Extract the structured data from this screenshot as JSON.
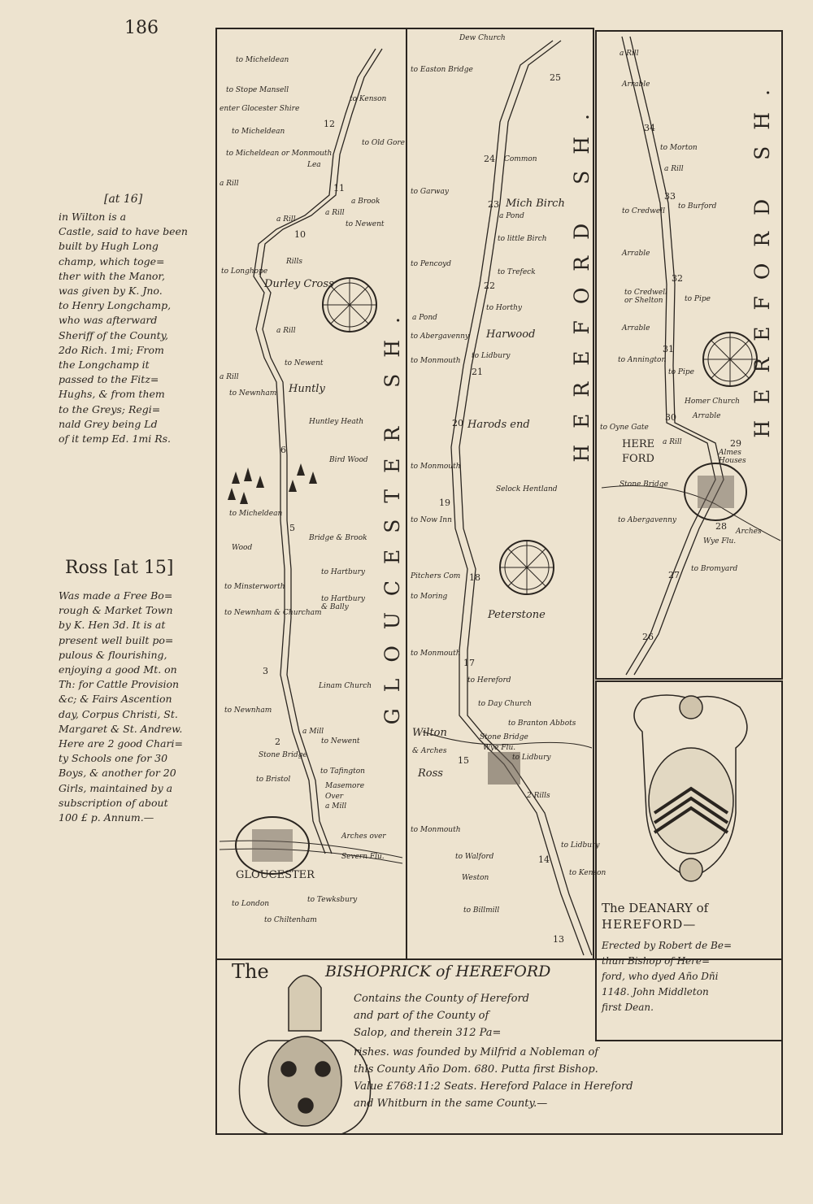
{
  "page_number": "186",
  "notes": {
    "wilton": {
      "heading": "[at 16]",
      "text": "in Wilton is a\nCastle, said to have been\nbuilt by Hugh Long\nchamp, which toge=\nther with the Manor,\nwas given by K. Jno.\nto Henry Longchamp,\nwho was afterward\nSheriff of the County,\n2do Rich. 1mi; From\nthe Longchamp it\npassed to the Fitz=\nHughs, & from them\nto the Greys; Regi=\nnald Grey being Ld\nof it temp Ed. 1mi Rs."
    },
    "ross": {
      "heading": "Ross [at 15]",
      "text": "Was made a Free Bo=\nrough & Market Town\nby K. Hen 3d. It is at\npresent well built po=\npulous & flourishing,\nenjoying a good Mt. on\nTh: for Cattle Provision\n&c; & Fairs Ascention\nday, Corpus Christi, St.\nMargaret & St. Andrew.\nHere are 2 good Chari=\nty Schools one for 30\nBoys, & another for 20\nGirls, maintained by a\nsubscription of about\n100 £ p. Annum.—"
    }
  },
  "strips": [
    {
      "county": "GLOUCESTER SH.",
      "labels": [
        "to Micheldean",
        "to Stope Mansell",
        "enter Glocester Shire",
        "to Kenson",
        "to Micheldean",
        "to Micheldean or Monmouth",
        "Lea",
        "to Old Gore",
        "a Rill",
        "a Brook",
        "a Rill",
        "to Newent",
        "a Rill",
        "Rills",
        "to Longhope",
        "Durley Cross",
        "a Rill",
        "to Newent",
        "Huntly",
        "Huntley Heath",
        "a Rill",
        "to Newnham",
        "Bird Wood",
        "to Micheldean",
        "Wood",
        "Bridge & Brook",
        "to Minsterworth",
        "to Hartbury",
        "to Newnham & Churcham",
        "to Hartbury & Bally",
        "Linam Church",
        "a Mill",
        "to Newent",
        "to Newnham",
        "Stone Bridge",
        "to Bristol",
        "to Tafington",
        "Masemore",
        "Over",
        "a Mill",
        "Arches over",
        "Severn Flu.",
        "GLOUCESTER",
        "to Tewksbury",
        "to Chiltenham",
        "to London"
      ],
      "miles": [
        "12",
        "11",
        "10",
        "6",
        "5",
        "3",
        "2"
      ]
    },
    {
      "county": "HEREFORD SH.",
      "labels": [
        "Dew Church",
        "to Easton Bridge",
        "Common",
        "Mich Birch",
        "to Garway",
        "a Pond",
        "to little Birch",
        "to Pencoyd",
        "to Trefeck",
        "a Pond",
        "to Horthy",
        "Harwood",
        "to Abergavenny",
        "to Lidbury",
        "to Monmouth",
        "Harods end",
        "to Monmouth",
        "Selock Hentland",
        "to Now Inn",
        "Pitchers Com",
        "to Moring",
        "Peterstone",
        "to Monmouth",
        "to Hereford",
        "to Day Church",
        "Wilton",
        "Stone Bridge",
        "to Branton Abbots",
        "Wye Flu.",
        "to Lidbury",
        "& Arches",
        "Ross",
        "2 Rills",
        "to Monmouth",
        "to Walford",
        "Weston",
        "to Billmill",
        "to Lidbury",
        "to Kenson"
      ],
      "miles": [
        "25",
        "24",
        "23",
        "22",
        "21",
        "20",
        "19",
        "18",
        "17",
        "15",
        "14",
        "13"
      ]
    },
    {
      "county": "HEREFORD SH.",
      "labels": [
        "a Rill",
        "Arrable",
        "to Morton",
        "a Rill",
        "to Credwell",
        "to Burford",
        "Arrable",
        "to Credwell or Shelton",
        "to Pipe",
        "Arrable",
        "to Annington",
        "to Pipe",
        "Homer Church",
        "Arrable",
        "to Oyne Gate",
        "HERE",
        "a Rill",
        "FORD",
        "Almes Houses",
        "Stone Bridge",
        "to Abergavenny",
        "Arches",
        "Wye Flu.",
        "to Bromyard"
      ],
      "miles": [
        "34",
        "33",
        "32",
        "31",
        "30",
        "29",
        "28",
        "27",
        "26"
      ]
    }
  ],
  "deanary": {
    "title": "The DEANARY of",
    "title2": "HEREFORD—",
    "text": "Erected by Robert de Be=\nthun Bishop of Here=\nford, who dyed Año Dñi\n1148. John Middleton\nfirst Dean."
  },
  "bishopric": {
    "the": "The",
    "title": "BISHOPRICK of HEREFORD",
    "text_a": "Contains the County of Hereford\nand part of the County of\nSalop, and therein 312 Pa=",
    "text_b": "rishes. was founded by Milfrid a Nobleman of\nthis County Año Dom. 680. Putta first Bishop.\nValue £768:11:2 Seats. Hereford Palace in Hereford\nand Whitburn in the same County.—"
  }
}
